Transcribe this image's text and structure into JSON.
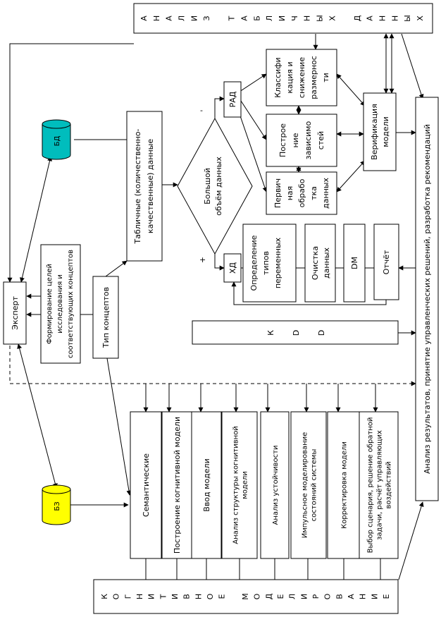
{
  "expert": "Эксперт",
  "goals": [
    "Формирование целей",
    "исследования и",
    "соответствующих концептов"
  ],
  "concept_type": "Тип  концептов",
  "tabular": [
    "Табличные (количественно-",
    "качественные)  данные"
  ],
  "db": "БД",
  "kb": "БЗ",
  "diamond": [
    "Большой",
    "объём  данных"
  ],
  "minus": "-",
  "plus": "+",
  "rad": "РАД",
  "hd": "ХД",
  "classif": [
    "Классифи",
    "кация и",
    "снижение",
    "размернос",
    "ти"
  ],
  "deps": [
    "Построе",
    "ние",
    "зависимо",
    "стей"
  ],
  "primary": [
    "Первич",
    "ная",
    "обрабо",
    "тка",
    "данных"
  ],
  "verif": [
    "Верификация",
    "модели"
  ],
  "vartypes": [
    "Определение",
    "типов",
    "переменных"
  ],
  "cleaning": [
    "Очистка",
    "данных"
  ],
  "dm": "DM",
  "report": "Отчёт",
  "kdd": [
    "К",
    "D",
    "D"
  ],
  "analysis_title": [
    "А",
    "Н",
    "А",
    "Л",
    "И",
    "З",
    "",
    "Т",
    "А",
    "Б",
    "Л",
    "И",
    "Ч",
    "Н",
    "Ы",
    "Х",
    "",
    "Д",
    "А",
    "Н",
    "Н",
    "Ы",
    "Х"
  ],
  "results": "Анализ результатов, принятие управленческих решений, разработка рекомендаций",
  "cognitive_title": [
    "К",
    "О",
    "Г",
    "Н",
    "И",
    "Т",
    "И",
    "В",
    "Н",
    "О",
    "Е",
    "",
    "М",
    "О",
    "Д",
    "Е",
    "Л",
    "И",
    "Р",
    "О",
    "В",
    "А",
    "Н",
    "И",
    "Е"
  ],
  "steps": [
    [
      "Семантические"
    ],
    [
      "Построение когнитивной модели"
    ],
    [
      "Ввод модели"
    ],
    [
      "Анализ  структуры когнитивной",
      "модели"
    ],
    [
      "Анализ устойчивости"
    ],
    [
      "Импульсное моделирование",
      "состояний системы"
    ],
    [
      "Корректировка модели"
    ],
    [
      "Выбор сценария, решение обратной",
      "задачи, расчёт управляющих",
      "воздействий"
    ]
  ],
  "colors": {
    "db": "#00bdbd",
    "kb": "#ffff00",
    "line": "#000000"
  }
}
